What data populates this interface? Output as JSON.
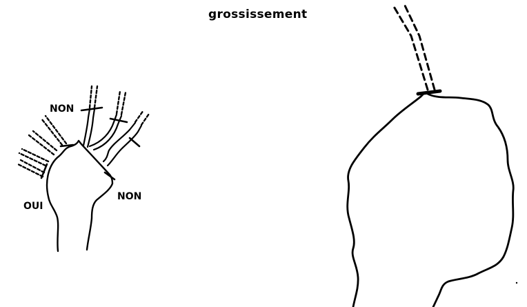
{
  "labels": {
    "title": "grossissement",
    "non_top": "NON",
    "oui": "OUI",
    "non_right": "NON"
  },
  "colors": {
    "ink": "#000000",
    "background": "#ffffff"
  }
}
